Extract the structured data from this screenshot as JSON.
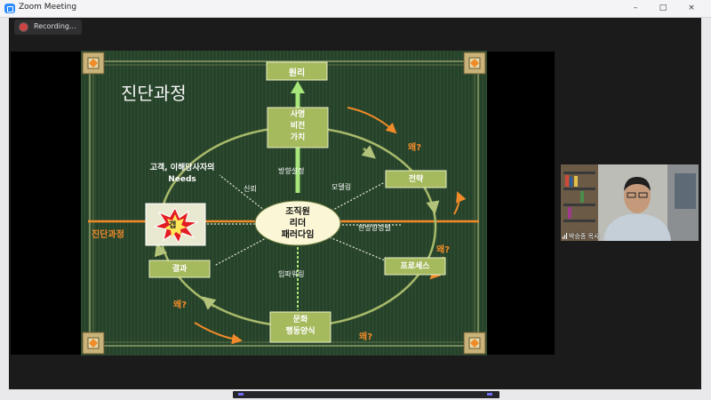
{
  "window": {
    "title": "Zoom Meeting",
    "minimize": "–",
    "maximize": "□",
    "close": "×"
  },
  "recording": {
    "label": "Recording..."
  },
  "video": {
    "participant_name": "박승종 목사"
  },
  "slide": {
    "title": "진단과정",
    "top_box": "원리",
    "mission_lines": [
      "사명",
      "비전",
      "가치"
    ],
    "customer_lines": [
      "고객, 이해당사자의",
      "Needs"
    ],
    "gap": "갭",
    "center_lines": [
      "조직원",
      "리더",
      "패러다임"
    ],
    "left_label": "진단과정",
    "strategy": "전략",
    "process": "프로세스",
    "result": "결과",
    "culture_lines": [
      "문화",
      "행동양식"
    ],
    "direction": "방향설정",
    "trust": "신뢰",
    "model": "모델링",
    "alignment": "한방향정렬",
    "empowerment": "임파워링",
    "why": "왜?"
  }
}
